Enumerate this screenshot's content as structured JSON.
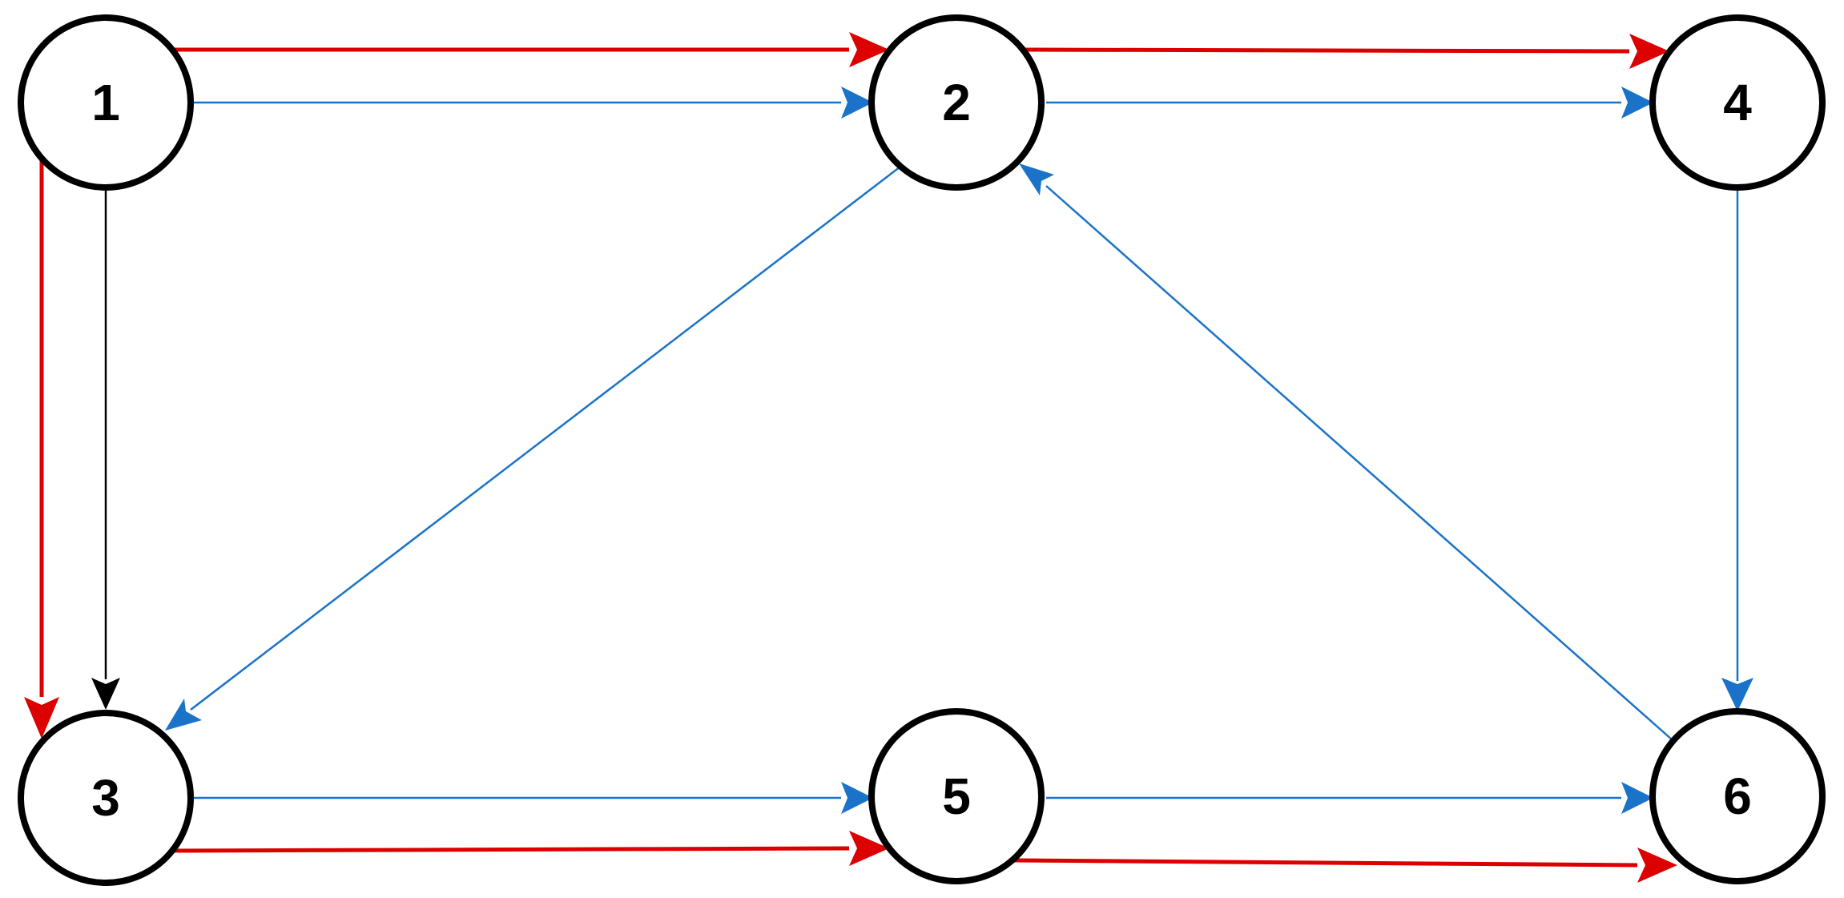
{
  "colors": {
    "red": "#dd0000",
    "blue": "#1a73c8",
    "black": "#000000",
    "node_fill": "#ffffff",
    "node_stroke": "#000000"
  },
  "nodes": [
    {
      "id": "1",
      "label": "1"
    },
    {
      "id": "2",
      "label": "2"
    },
    {
      "id": "3",
      "label": "3"
    },
    {
      "id": "4",
      "label": "4"
    },
    {
      "id": "5",
      "label": "5"
    },
    {
      "id": "6",
      "label": "6"
    }
  ],
  "edges": [
    {
      "from": "1",
      "to": "2",
      "color": "red"
    },
    {
      "from": "1",
      "to": "2",
      "color": "blue"
    },
    {
      "from": "2",
      "to": "4",
      "color": "red"
    },
    {
      "from": "2",
      "to": "4",
      "color": "blue"
    },
    {
      "from": "1",
      "to": "3",
      "color": "red"
    },
    {
      "from": "1",
      "to": "3",
      "color": "black"
    },
    {
      "from": "2",
      "to": "3",
      "color": "blue"
    },
    {
      "from": "6",
      "to": "2",
      "color": "blue"
    },
    {
      "from": "4",
      "to": "6",
      "color": "blue"
    },
    {
      "from": "3",
      "to": "5",
      "color": "blue"
    },
    {
      "from": "3",
      "to": "5",
      "color": "red"
    },
    {
      "from": "5",
      "to": "6",
      "color": "blue"
    },
    {
      "from": "5",
      "to": "6",
      "color": "red"
    }
  ]
}
